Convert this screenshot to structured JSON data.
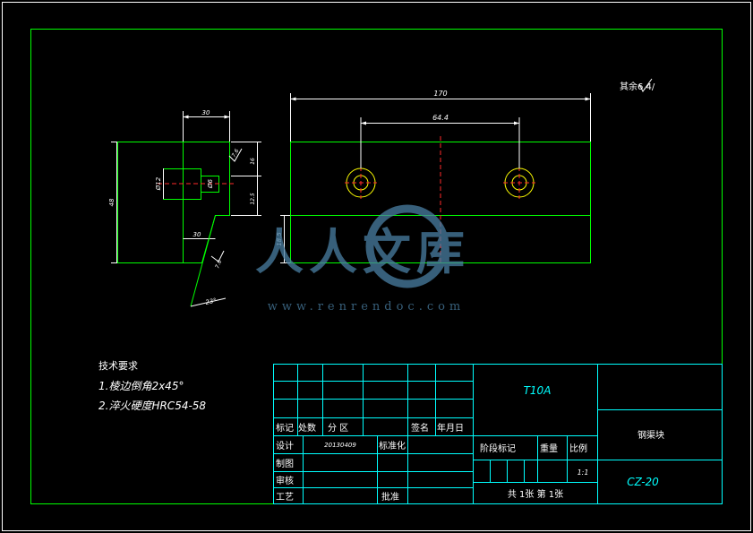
{
  "drawing": {
    "tech_requirements": {
      "heading": "技术要求",
      "items": [
        "1.棱边倒角2x45°",
        "2.淬火硬度HRC54-58"
      ]
    },
    "roughness_note": "其余6.4/",
    "dimensions": {
      "front_length": "170",
      "hole_spacing": "64.4",
      "front_height": "18.5",
      "side_width": "30",
      "side_height": "48",
      "side_bore": "Ø12",
      "side_hole": "Ø6",
      "side_h1": "16",
      "side_h2": "12.5",
      "side_lower": "30",
      "slope_1": "7.6",
      "slope_2": "7.6",
      "angle": "23°"
    },
    "watermark": {
      "text": "人人文库",
      "url": "www.renrendoc.com"
    }
  },
  "title_block": {
    "material": "T10A",
    "part_name": "钢渠块",
    "drawing_no": "CZ-20",
    "labels": {
      "mark": "标记",
      "count": "处数",
      "zone": "分 区",
      "sign": "签名",
      "date": "年月日",
      "design": "设计",
      "drafting": "制图",
      "review": "审核",
      "process": "工艺",
      "standard": "标准化",
      "approve": "批准",
      "stage": "阶段标记",
      "weight": "重量",
      "scale": "比例"
    },
    "design_date": "20130409",
    "scale_value": "1:1",
    "sheet_info": "共 1张 第 1张"
  },
  "colors": {
    "background": "#000000",
    "frame": "#00ff00",
    "title_block": "#00ffff",
    "part": "#00ff00",
    "centerline": "#ff2a2a",
    "watermark": "#4a7fa3"
  }
}
